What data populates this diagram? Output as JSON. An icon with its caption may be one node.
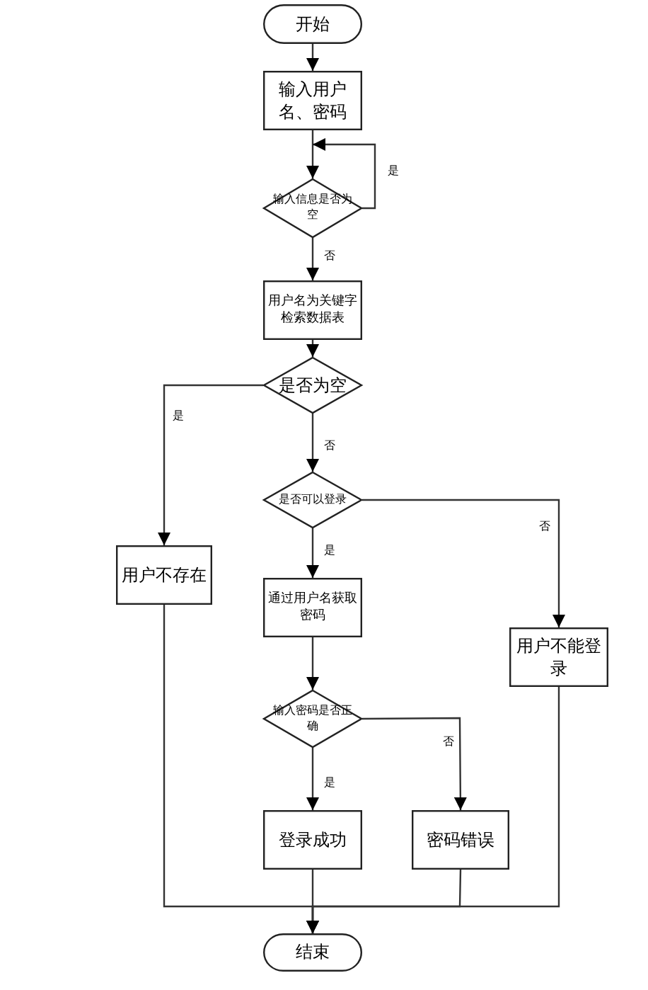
{
  "diagram": {
    "nodes": [
      {
        "text": [
          "开始"
        ]
      },
      {
        "text": [
          "输入用户名、密码"
        ]
      },
      {
        "text": [
          "输入信息是否为空"
        ]
      },
      {
        "text": [
          "用户名为关键字检索数据表"
        ]
      },
      {
        "text": [
          "是否为空"
        ]
      },
      {
        "text": [
          "用户不存在"
        ]
      },
      {
        "text": [
          "是否可以登录"
        ]
      },
      {
        "text": [
          "通过用户名获取密码"
        ]
      },
      {
        "text": [
          "用户不能登录"
        ]
      },
      {
        "text": [
          "输入密码是否正确"
        ]
      },
      {
        "text": [
          "登录成功"
        ]
      },
      {
        "text": [
          "密码错误"
        ]
      },
      {
        "text": [
          "结束"
        ]
      }
    ],
    "edges": [
      {
        "from": 0,
        "to": 1,
        "arrow": "to"
      },
      {
        "from": 1,
        "to": 2,
        "arrow": "to"
      },
      {
        "from": 2,
        "to": 1,
        "arrow": "to",
        "label": "是"
      },
      {
        "from": 2,
        "to": 3,
        "arrow": "to",
        "label": "否"
      },
      {
        "from": 3,
        "to": 4,
        "arrow": "to"
      },
      {
        "from": 4,
        "to": 5,
        "arrow": "to",
        "label": "是"
      },
      {
        "from": 4,
        "to": 6,
        "arrow": "to",
        "label": "否"
      },
      {
        "from": 6,
        "to": 7,
        "arrow": "to",
        "label": "是"
      },
      {
        "from": 6,
        "to": 8,
        "arrow": "to",
        "label": "否"
      },
      {
        "from": 7,
        "to": 9,
        "arrow": "to"
      },
      {
        "from": 9,
        "to": 10,
        "arrow": "to",
        "label": "是"
      },
      {
        "from": 9,
        "to": 11,
        "arrow": "to",
        "label": "否"
      },
      {
        "from": 5,
        "to": 12,
        "arrow": "to"
      },
      {
        "from": 10,
        "to": 12,
        "arrow": "to"
      },
      {
        "from": 11,
        "to": 12,
        "arrow": "to"
      },
      {
        "from": 8,
        "to": 12,
        "arrow": "to"
      }
    ]
  }
}
